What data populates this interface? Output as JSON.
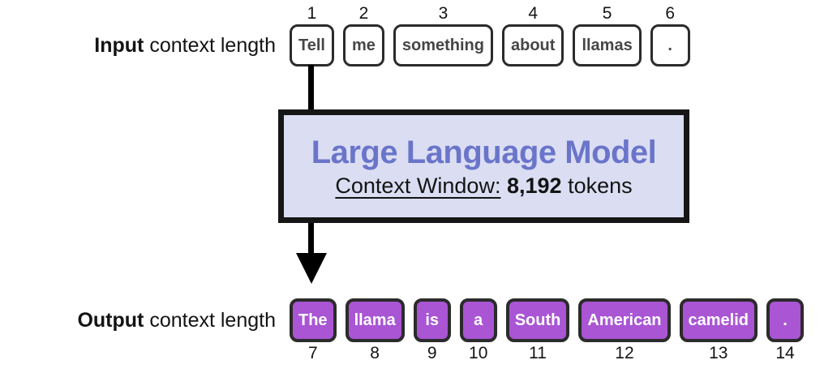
{
  "colors": {
    "title_purple": "#6A75CA",
    "model_box_bg": "#DBDEF2",
    "model_box_border": "#161616",
    "token_border": "#2B2B2B",
    "input_token_text": "#464646",
    "output_token_bg": "#A955D4",
    "output_token_text": "#FFFFFF",
    "arrow_black": "#000000",
    "label_text": "#141414"
  },
  "input_section": {
    "label_bold": "Input",
    "label_rest": " context length",
    "tokens": [
      {
        "number": "1",
        "text": "Tell"
      },
      {
        "number": "2",
        "text": "me"
      },
      {
        "number": "3",
        "text": "something"
      },
      {
        "number": "4",
        "text": "about"
      },
      {
        "number": "5",
        "text": "llamas"
      },
      {
        "number": "6",
        "text": "."
      }
    ]
  },
  "model_box": {
    "title": "Large Language Model",
    "subtitle_label": "Context Window:",
    "subtitle_value": "8,192",
    "subtitle_unit": "tokens"
  },
  "output_section": {
    "label_bold": "Output",
    "label_rest": " context length",
    "tokens": [
      {
        "number": "7",
        "text": "The"
      },
      {
        "number": "8",
        "text": "llama"
      },
      {
        "number": "9",
        "text": "is"
      },
      {
        "number": "10",
        "text": "a"
      },
      {
        "number": "11",
        "text": "South"
      },
      {
        "number": "12",
        "text": "American"
      },
      {
        "number": "13",
        "text": "camelid"
      },
      {
        "number": "14",
        "text": "."
      }
    ]
  }
}
